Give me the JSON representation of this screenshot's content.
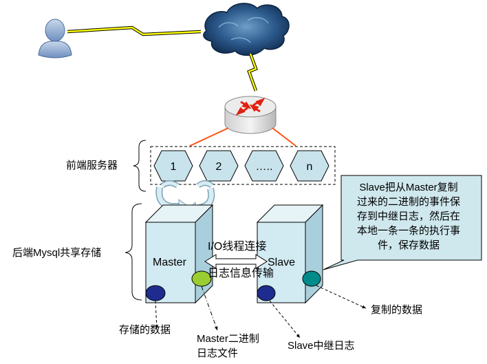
{
  "frontend_label": "前端服务器",
  "backend_label": "后端Mysql共享存储",
  "servers": [
    "1",
    "2",
    "…..",
    "n"
  ],
  "master": {
    "label": "Master"
  },
  "slave": {
    "label": "Slave"
  },
  "link": {
    "top_label": "I/O线程连接",
    "bottom_label": "日志信息传输"
  },
  "callout_lines": [
    "Slave把从Master复制",
    "过来的二进制的事件保",
    "存到中继日志，然后在",
    "本地一条一条的执行事",
    "件，保存数据"
  ],
  "annotations": {
    "stored_data": "存储的数据",
    "binlog_line1": "Master二进制",
    "binlog_line2": "日志文件",
    "relay_log": "Slave中继日志",
    "replicated_data": "复制的数据"
  },
  "colors": {
    "hexagon_fill": "#c9e3ec",
    "box_front": "#d2eaf2",
    "box_side": "#a9cfdc",
    "box_top": "#e6f4f8",
    "callout_fill": "#cfe8ee",
    "dot_navy": "#1f2c8f",
    "dot_green": "#9acd32",
    "dot_teal": "#008b8b",
    "lightning": "#ffff00",
    "router_arrows": "#e02010",
    "orange_lines": "#ff5010"
  }
}
